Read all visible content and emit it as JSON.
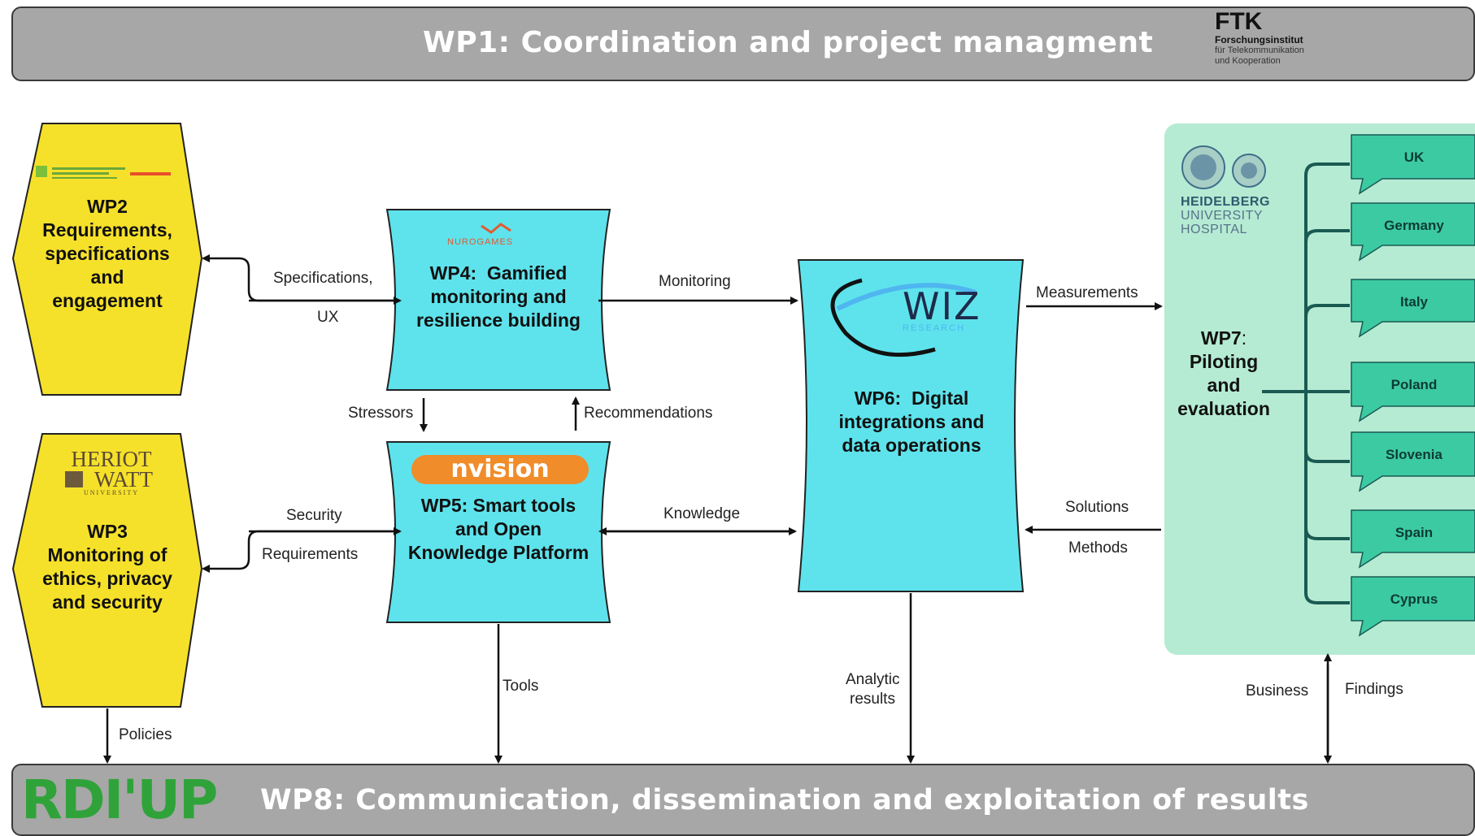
{
  "wp1": {
    "title": "WP1: Coordination and project managment",
    "logo_main": "FTK",
    "logo_sub": [
      "Forschungsinstitut",
      "für Telekommunikation",
      "und Kooperation"
    ]
  },
  "wp2": {
    "code": "WP2",
    "title": [
      "Requirements,",
      "specifications",
      "and",
      "engagement"
    ]
  },
  "wp3": {
    "code": "WP3",
    "title": [
      "Monitoring of",
      "ethics, privacy",
      "and security"
    ],
    "logo": [
      "HERIOT",
      "WATT",
      "UNIVERSITY"
    ]
  },
  "wp4": {
    "code": "WP4:",
    "title": [
      "Gamified",
      "monitoring and",
      "resilience building"
    ],
    "logo": "NUROGAMES"
  },
  "wp5": {
    "code": "WP5",
    "title": [
      ": Smart tools",
      "and Open",
      "Knowledge Platform"
    ],
    "logo": "nvision"
  },
  "wp6": {
    "code": "WP6:",
    "title": [
      "Digital",
      "integrations and",
      "data operations"
    ],
    "logo": "WIZ",
    "logo_sub": "RESEARCH"
  },
  "wp7": {
    "code": "WP7",
    "title": [
      ":",
      "Piloting",
      "and",
      "evaluation"
    ],
    "logo": [
      "HEIDELBERG",
      "UNIVERSITY",
      "HOSPITAL"
    ],
    "countries": [
      "UK",
      "Germany",
      "Italy",
      "Poland",
      "Slovenia",
      "Spain",
      "Cyprus"
    ]
  },
  "wp8": {
    "title": "WP8: Communication, dissemination and exploitation of results",
    "logo": "RDI'UP"
  },
  "labels": {
    "spec": "Specifications,",
    "ux": "UX",
    "monitoring": "Monitoring",
    "measurements": "Measurements",
    "stressors": "Stressors",
    "recommendations": "Recommendations",
    "security": "Security",
    "requirements": "Requirements",
    "knowledge": "Knowledge",
    "solutions": "Solutions",
    "methods": "Methods",
    "policies": "Policies",
    "tools": "Tools",
    "analytic": "Analytic",
    "results": "results",
    "business": "Business",
    "findings": "Findings"
  },
  "colors": {
    "bar": "#a7a7a7",
    "yellow": "#f6e12a",
    "cyan": "#5ee3ec",
    "pilot_bg": "#b5ebd3",
    "country": "#3ccaa3",
    "rdi_green": "#2fa33a"
  }
}
